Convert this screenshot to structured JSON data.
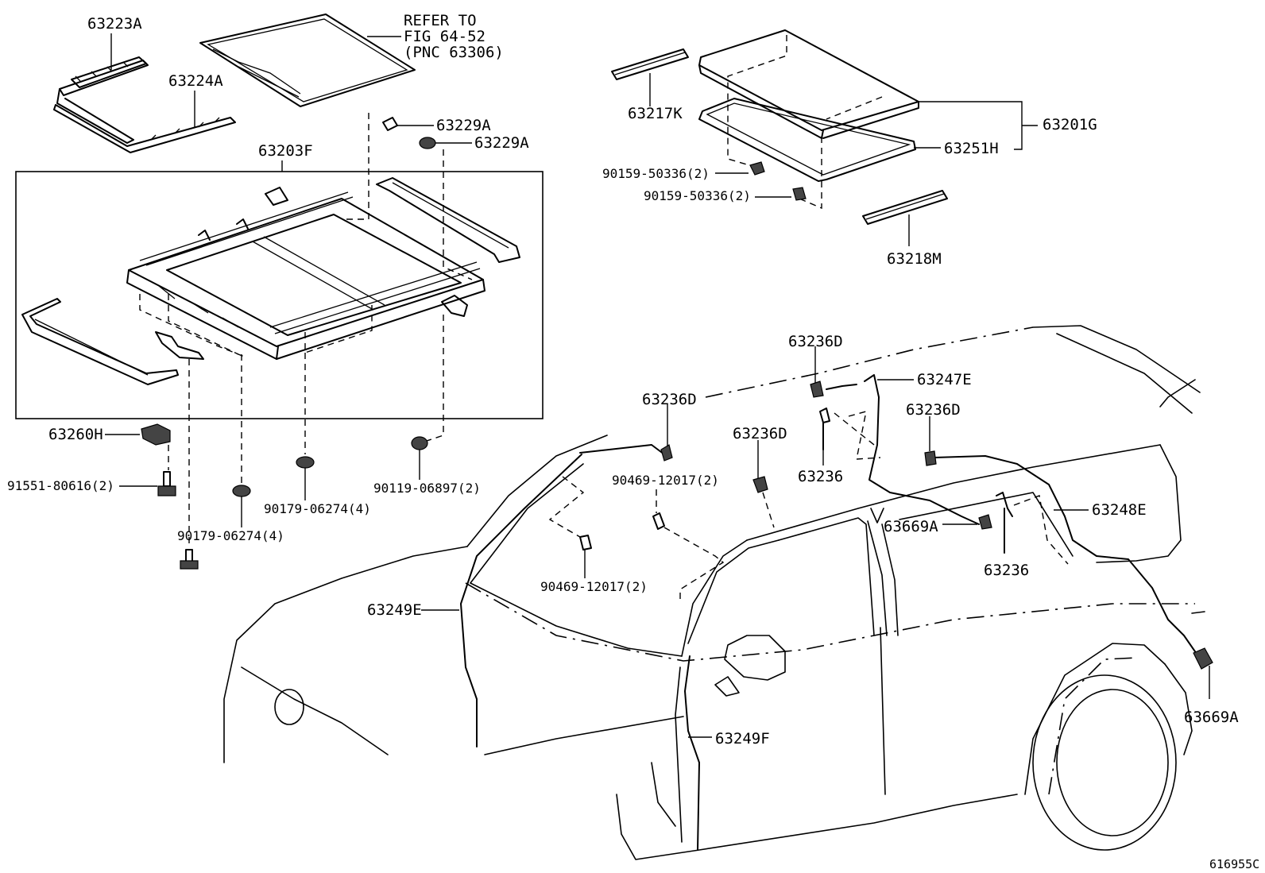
{
  "labels": {
    "p63223A": "63223A",
    "p63224A": "63224A",
    "refer1": "REFER TO",
    "refer2": "FIG 64-52",
    "refer3": "(PNC 63306)",
    "p63229A_1": "63229A",
    "p63229A_2": "63229A",
    "p63203F": "63203F",
    "p63260H": "63260H",
    "p91551": "91551-80616(2)",
    "p90179_a": "90179-06274(4)",
    "p90179_b": "90179-06274(4)",
    "p90119": "90119-06897(2)",
    "p63217K": "63217K",
    "p63201G": "63201G",
    "p63251H": "63251H",
    "p90159_a": "90159-50336(2)",
    "p90159_b": "90159-50336(2)",
    "p63218M": "63218M",
    "p63236D_1": "63236D",
    "p63236D_2": "63236D",
    "p63236D_3": "63236D",
    "p63236D_4": "63236D",
    "p63247E": "63247E",
    "p63236_1": "63236",
    "p63236_2": "63236",
    "p90469_a": "90469-12017(2)",
    "p90469_b": "90469-12017(2)",
    "p63248E": "63248E",
    "p63669A_1": "63669A",
    "p63669A_2": "63669A",
    "p63249E": "63249E",
    "p63249F": "63249F",
    "figure_id": "616955C"
  },
  "icons": [
    "bolt-icon",
    "clip-icon",
    "grommet-icon",
    "drain-hose-end-icon"
  ]
}
